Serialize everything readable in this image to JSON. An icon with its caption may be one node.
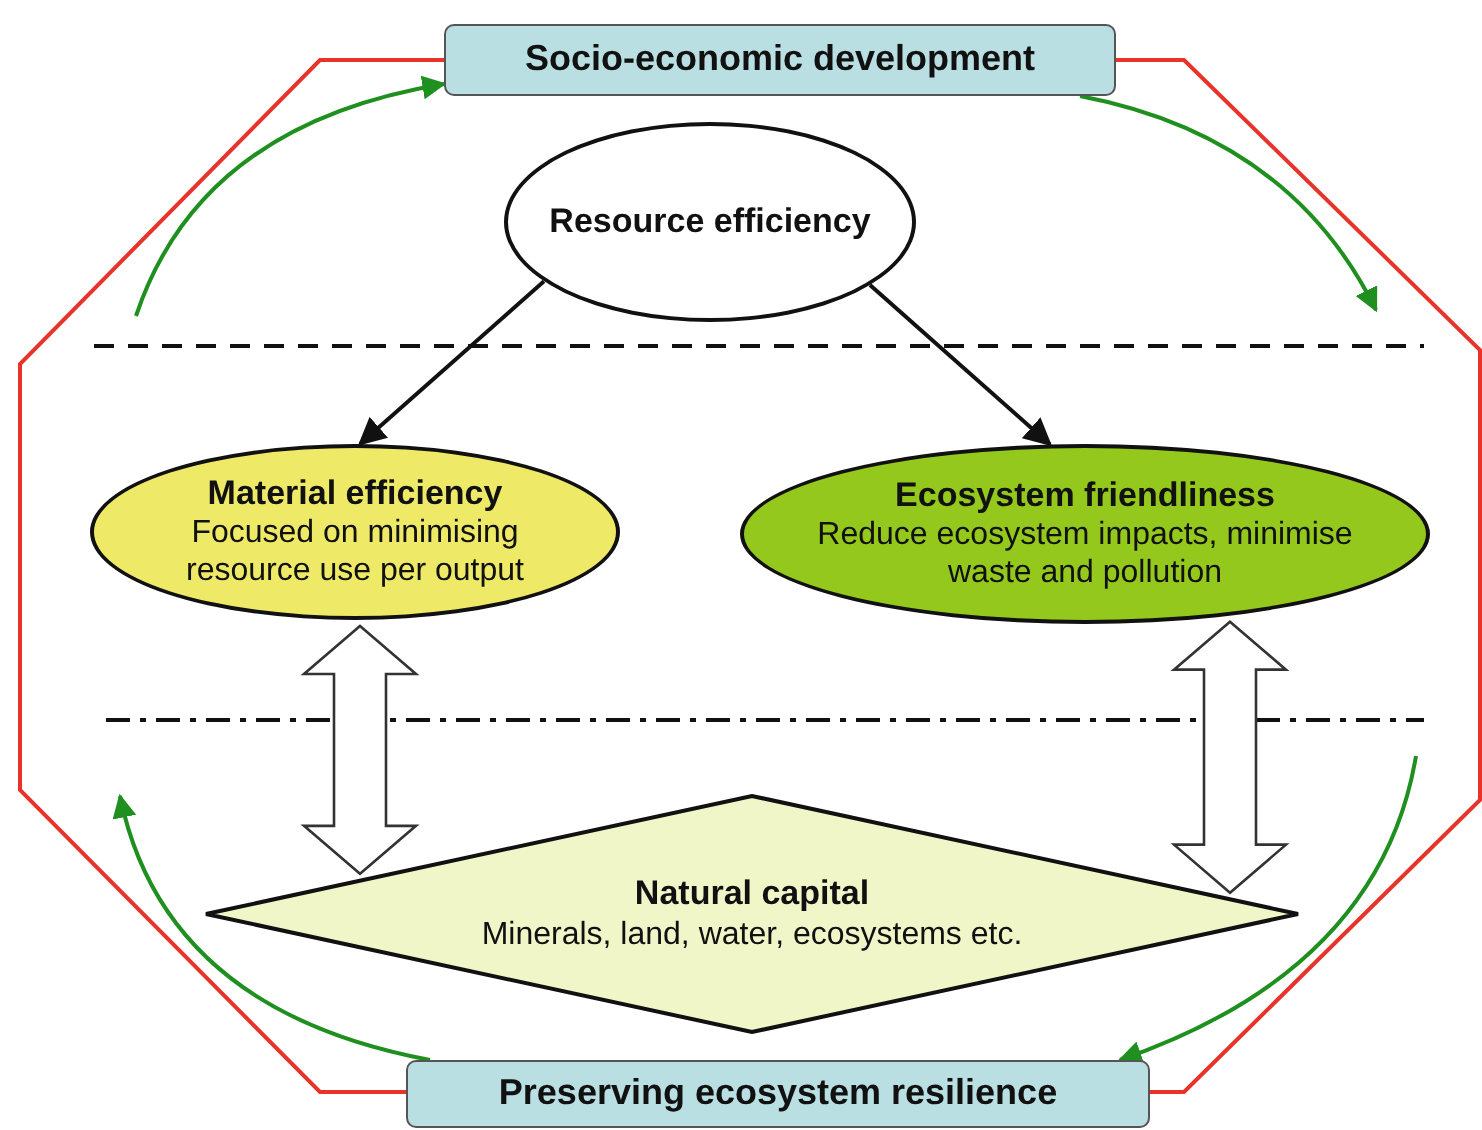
{
  "diagram": {
    "nodes": [
      {
        "text": [
          "Socio-economic development"
        ]
      },
      {
        "text": [
          "Resource efficiency"
        ]
      },
      {
        "text": [
          "Material efficiency",
          "Focused on minimising resource use per output"
        ]
      },
      {
        "text": [
          "Ecosystem friendliness",
          "Reduce ecosystem impacts, minimise waste and pollution"
        ]
      },
      {
        "text": [
          "Natural capital",
          "Minerals, land, water, ecosystems etc."
        ]
      },
      {
        "text": [
          "Preserving ecosystem resilience"
        ]
      }
    ],
    "edges": [
      {
        "from": 1,
        "to": 2,
        "arrow": "to",
        "color": "#111111"
      },
      {
        "from": 1,
        "to": 3,
        "arrow": "to",
        "color": "#111111"
      },
      {
        "from": 2,
        "to": 4,
        "arrow": "both",
        "style": "thick",
        "color": "#333333"
      },
      {
        "from": 3,
        "to": 4,
        "arrow": "both",
        "style": "thick",
        "color": "#333333"
      },
      {
        "from": null,
        "to": 0,
        "arrow": "to",
        "color": "#1f8f1f"
      },
      {
        "from": 0,
        "to": null,
        "arrow": "to",
        "color": "#1f8f1f"
      },
      {
        "from": null,
        "to": 5,
        "arrow": "to",
        "color": "#1f8f1f"
      },
      {
        "from": 5,
        "to": null,
        "arrow": "to",
        "color": "#1f8f1f"
      }
    ]
  }
}
